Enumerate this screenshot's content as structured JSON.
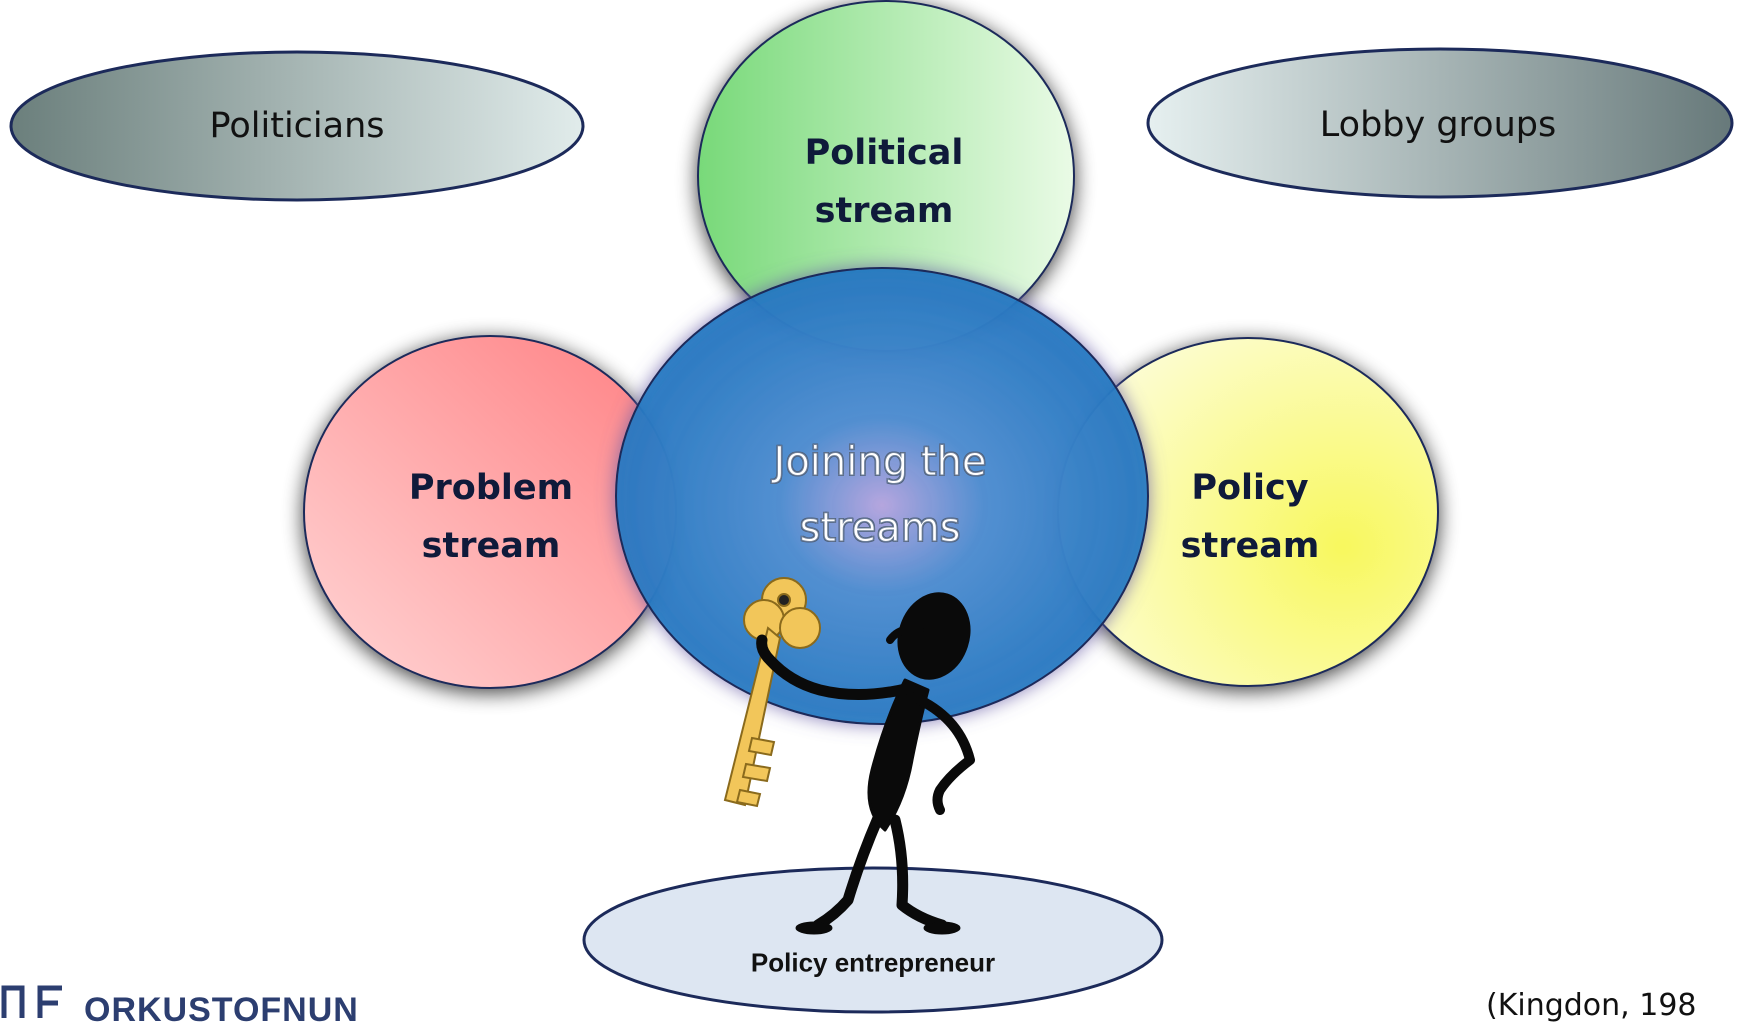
{
  "actors": {
    "politicians": "Politicians",
    "lobby_groups": "Lobby groups",
    "policy_entrepreneur": "Policy entrepreneur"
  },
  "streams": {
    "political": "Political\nstream",
    "problem": "Problem\nstream",
    "policy": "Policy\nstream",
    "center": "Joining the\nstreams"
  },
  "footer": {
    "logo": "ORKUSTOFNUN",
    "citation": "(Kingdon, 198"
  },
  "colors": {
    "political": "#7fe08a",
    "problem": "#ff8c8c",
    "policy": "#fafa7a",
    "center": "#1b7fc4",
    "key": "#f2c65a",
    "outline": "#1c2a5a"
  },
  "icons": [
    "key-icon",
    "stick-figure-icon",
    "logo-icon"
  ]
}
